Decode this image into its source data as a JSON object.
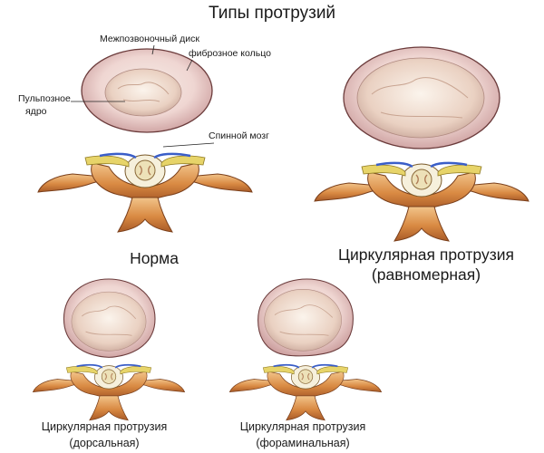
{
  "title": "Типы протрузий",
  "figures": {
    "norm": {
      "caption": "Норма",
      "labels": {
        "disc": "Межпозвоночный диск",
        "annulus": "фиброзное кольцо",
        "nucleus_line1": "Пульпозное",
        "nucleus_line2": "ядро",
        "spinal_cord": "Спинной мозг"
      }
    },
    "circular_uniform": {
      "caption_line1": "Циркулярная протрузия",
      "caption_line2": "(равномерная)"
    },
    "circular_dorsal": {
      "caption_line1": "Циркулярная протрузия",
      "caption_line2": "(дорсальная)"
    },
    "circular_foraminal": {
      "caption_line1": "Циркулярная протрузия",
      "caption_line2": "(фораминальная)"
    }
  }
}
